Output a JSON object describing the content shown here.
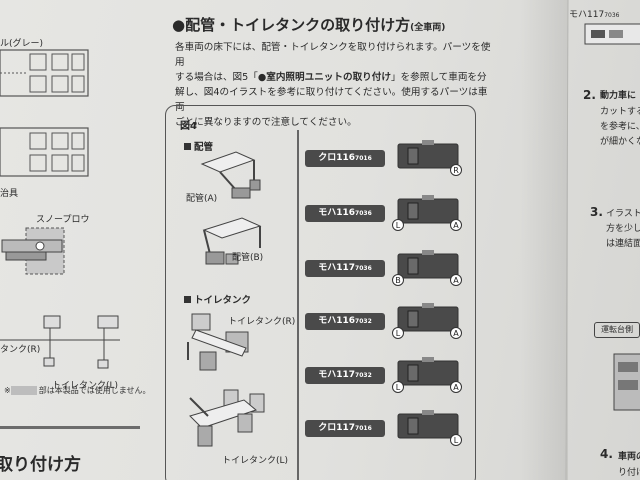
{
  "section": {
    "title": "●配管・トイレタンクの取り付け方",
    "title_suffix": "(全車両)",
    "body_line1": "各車両の床下には、配管・トイレタンクを取り付けられます。パーツを使用",
    "body_line2_pre": "する場合は、図5「",
    "body_line2_bold": "●室内照明ユニットの取り付け",
    "body_line2_post": "」を参照して車両を分",
    "body_line3": "解し、図4のイラストを参考に取り付けてください。使用するパーツは車両",
    "body_line4": "ごとに異なりますので注意してください。"
  },
  "figure": {
    "label": "図4",
    "piping_heading": "配管",
    "piping_a": "配管(A)",
    "piping_b": "配管(B)",
    "tank_heading": "トイレタンク",
    "tank_r": "トイレタンク(R)",
    "tank_l": "トイレタンク(L)",
    "cars": [
      {
        "name": "クロ116",
        "number": "7016",
        "marks": [
          "R"
        ]
      },
      {
        "name": "モハ116",
        "number": "7036",
        "marks": [
          "L",
          "A"
        ]
      },
      {
        "name": "モハ117",
        "number": "7036",
        "marks": [
          "B",
          "A"
        ]
      },
      {
        "name": "モハ116",
        "number": "7032",
        "marks": [
          "L",
          "A"
        ]
      },
      {
        "name": "モハ117",
        "number": "7032",
        "marks": [
          "L",
          "A"
        ]
      },
      {
        "name": "クロ117",
        "number": "7016",
        "marks": [
          "L"
        ]
      }
    ]
  },
  "left": {
    "top_label": "ル(グレー)",
    "jig": "治具",
    "snowplow": "スノープロウ",
    "tank_r": "タンク(R)",
    "tank_l": "トイレタンク(L)",
    "note_mark": "※",
    "note": "部は本製品では使用しません。",
    "bottom_title": "取り付け方"
  },
  "right": {
    "top_label": "モハ117",
    "top_number": "7036",
    "step2": "2.",
    "step2_l1": "動力車に",
    "step2_l2": "カットする",
    "step2_l3": "を参考に、",
    "step2_l4": "が細かくな",
    "step3": "3.",
    "step3_l1": "イラスト",
    "step3_l2": "方を少し",
    "step3_l3": "は連結面",
    "badge": "運転台側",
    "step4": "4.",
    "step4_l1": "車両の",
    "step4_l2": "り付け"
  }
}
